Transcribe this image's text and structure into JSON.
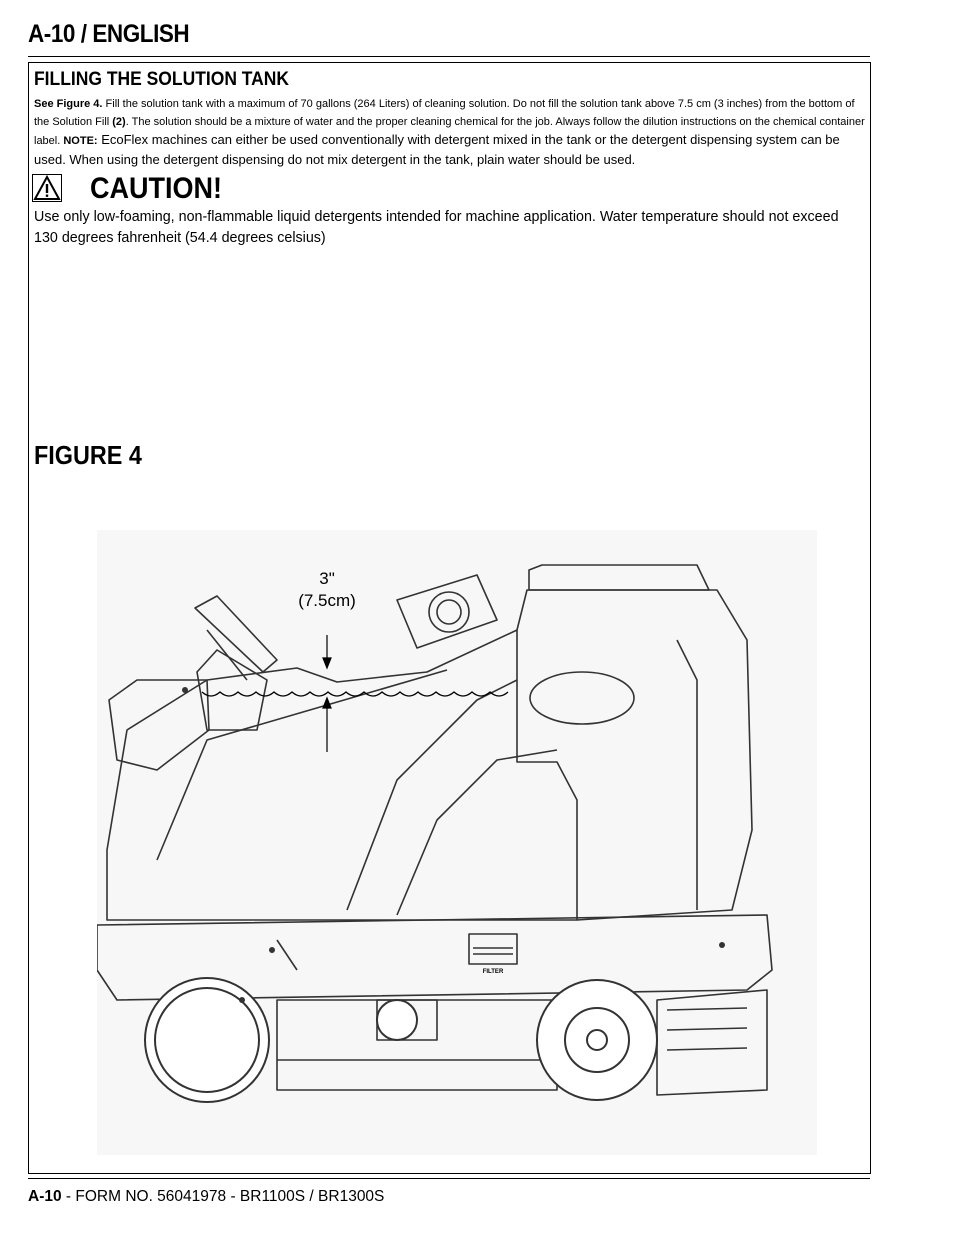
{
  "header": {
    "title": "A-10 / ENGLISH"
  },
  "section": {
    "heading": "FILLING THE SOLUTION TANK",
    "see_figure": "See Figure 4.",
    "text_a": " Fill the solution tank with a maximum of 70 gallons (264 Liters) of cleaning solution.  Do not fill the solution tank above 7.5 cm (3 inches) from the bottom of the Solution Fill ",
    "fill_ref": "(2)",
    "text_b": ".  The solution should be a mixture of water and the proper cleaning chemical for the job.  Always follow the dilution instructions on the chemical container label.  ",
    "note_label": "NOTE:",
    "note_text": "  EcoFlex machines can either be used conventionally with detergent mixed in the tank or the detergent dispensing system can be used. When using the detergent dispensing do not mix detergent in the tank, plain water should be used."
  },
  "caution": {
    "title": "CAUTION!",
    "text": "Use only low-foaming, non-flammable liquid detergents intended for machine application.  Water temperature should not exceed 130 degrees fahrenheit (54.4 degrees celsius)"
  },
  "figure": {
    "title": "FIGURE 4",
    "dim_in": "3\"",
    "dim_cm": "(7.5cm)",
    "decal_label": "FILTER"
  },
  "footer": {
    "page": "A-10",
    "form": " - FORM NO. 56041978 - BR1100S / BR1300S"
  }
}
